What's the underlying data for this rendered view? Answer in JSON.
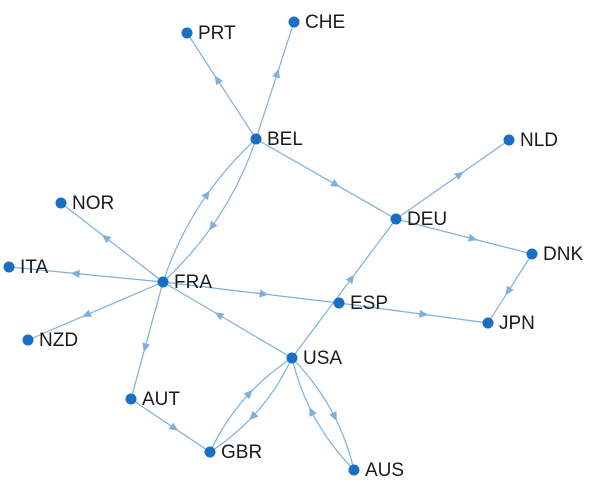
{
  "colors": {
    "node": "#1a6fc4",
    "edge": "#7fb0dc",
    "text": "#1a1a1a"
  },
  "nodes": [
    {
      "id": "PRT",
      "label": "PRT"
    },
    {
      "id": "CHE",
      "label": "CHE"
    },
    {
      "id": "BEL",
      "label": "BEL"
    },
    {
      "id": "NLD",
      "label": "NLD"
    },
    {
      "id": "NOR",
      "label": "NOR"
    },
    {
      "id": "DEU",
      "label": "DEU"
    },
    {
      "id": "DNK",
      "label": "DNK"
    },
    {
      "id": "ITA",
      "label": "ITA"
    },
    {
      "id": "FRA",
      "label": "FRA"
    },
    {
      "id": "ESP",
      "label": "ESP"
    },
    {
      "id": "JPN",
      "label": "JPN"
    },
    {
      "id": "NZD",
      "label": "NZD"
    },
    {
      "id": "USA",
      "label": "USA"
    },
    {
      "id": "AUT",
      "label": "AUT"
    },
    {
      "id": "GBR",
      "label": "GBR"
    },
    {
      "id": "AUS",
      "label": "AUS"
    }
  ],
  "edges": [
    {
      "from": "BEL",
      "to": "PRT"
    },
    {
      "from": "BEL",
      "to": "CHE"
    },
    {
      "from": "BEL",
      "to": "DEU"
    },
    {
      "from": "BEL",
      "to": "FRA"
    },
    {
      "from": "FRA",
      "to": "BEL"
    },
    {
      "from": "DEU",
      "to": "NLD"
    },
    {
      "from": "DEU",
      "to": "DNK"
    },
    {
      "from": "DNK",
      "to": "JPN"
    },
    {
      "from": "FRA",
      "to": "NOR"
    },
    {
      "from": "FRA",
      "to": "ITA"
    },
    {
      "from": "FRA",
      "to": "NZD"
    },
    {
      "from": "FRA",
      "to": "ESP"
    },
    {
      "from": "FRA",
      "to": "AUT"
    },
    {
      "from": "ESP",
      "to": "JPN"
    },
    {
      "from": "USA",
      "to": "FRA"
    },
    {
      "from": "USA",
      "to": "DEU"
    },
    {
      "from": "AUT",
      "to": "GBR"
    },
    {
      "from": "USA",
      "to": "GBR"
    },
    {
      "from": "GBR",
      "to": "USA"
    },
    {
      "from": "USA",
      "to": "AUS"
    },
    {
      "from": "AUS",
      "to": "USA"
    }
  ]
}
